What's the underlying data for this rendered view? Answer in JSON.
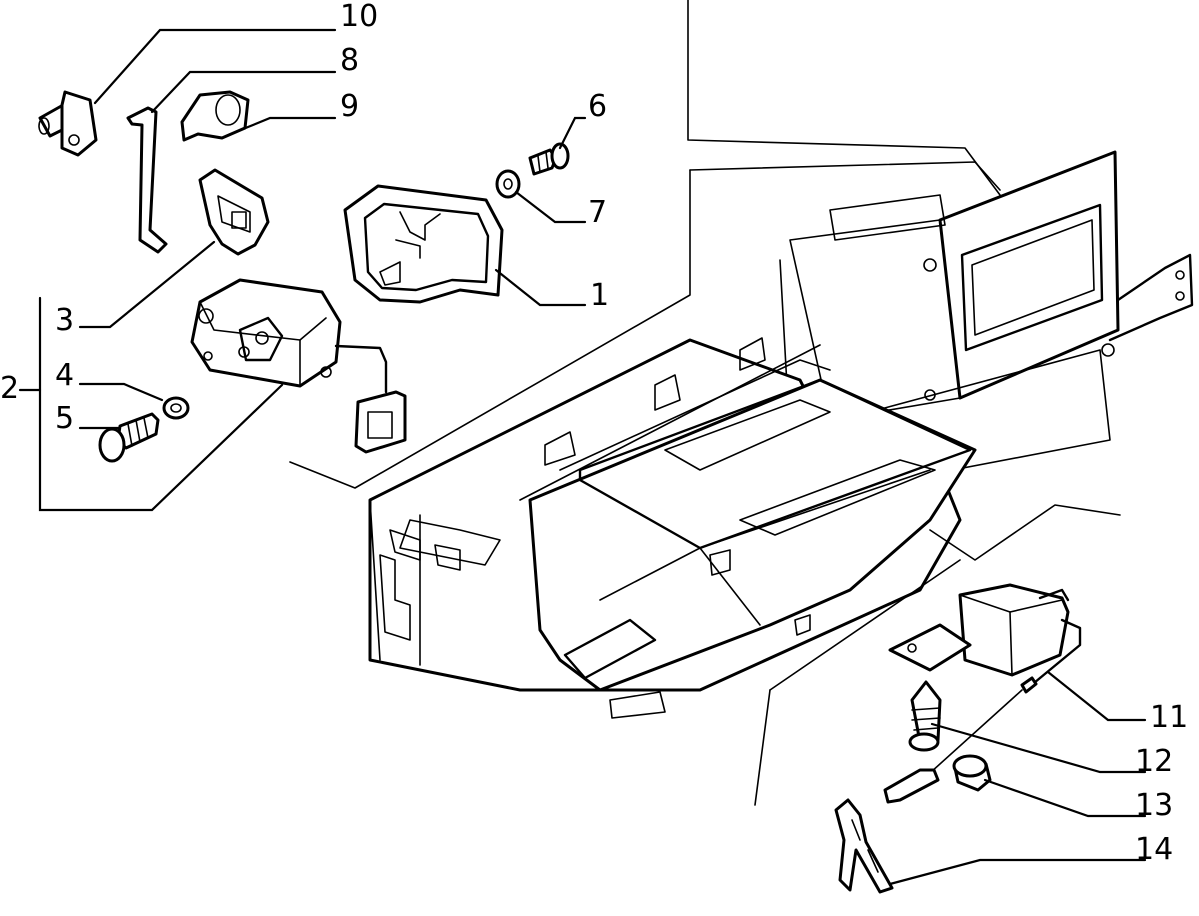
{
  "diagram": {
    "callouts": [
      {
        "id": "c1",
        "label": "1"
      },
      {
        "id": "c2",
        "label": "2"
      },
      {
        "id": "c3",
        "label": "3"
      },
      {
        "id": "c4",
        "label": "4"
      },
      {
        "id": "c5",
        "label": "5"
      },
      {
        "id": "c6",
        "label": "6"
      },
      {
        "id": "c7",
        "label": "7"
      },
      {
        "id": "c8",
        "label": "8"
      },
      {
        "id": "c9",
        "label": "9"
      },
      {
        "id": "c10",
        "label": "10"
      },
      {
        "id": "c11",
        "label": "11"
      },
      {
        "id": "c12",
        "label": "12"
      },
      {
        "id": "c13",
        "label": "13"
      },
      {
        "id": "c14",
        "label": "14"
      }
    ],
    "colors": {
      "line": "#000000",
      "background": "#ffffff"
    }
  }
}
